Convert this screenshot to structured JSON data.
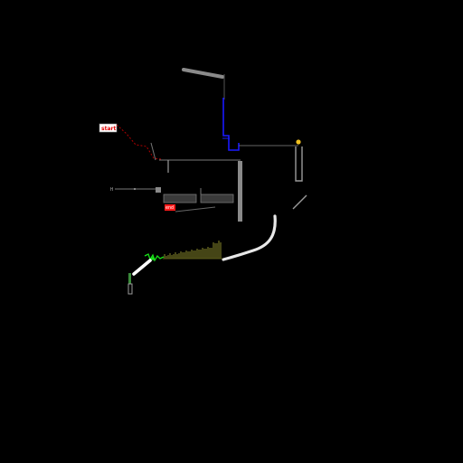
{
  "game": {
    "start_label": "start",
    "end_label": "end",
    "marker_label": "H"
  },
  "colors": {
    "background": "#000000",
    "track": "#8a8a8a",
    "track_light": "#cfcfcf",
    "start_bg": "#ffffff",
    "start_text": "#e00000",
    "end_bg": "#ff1a1a",
    "end_text": "#ffffff",
    "blue_path": "#1a1aff",
    "red_dashes": "#b00000",
    "ball": "#f0c020",
    "spring_green": "#18e018",
    "bars_olive": "#9a9a30",
    "green_block": "#3a8a3a"
  },
  "icons": {
    "goal": "yellow-ball-icon",
    "spring": "green-spring-icon"
  }
}
